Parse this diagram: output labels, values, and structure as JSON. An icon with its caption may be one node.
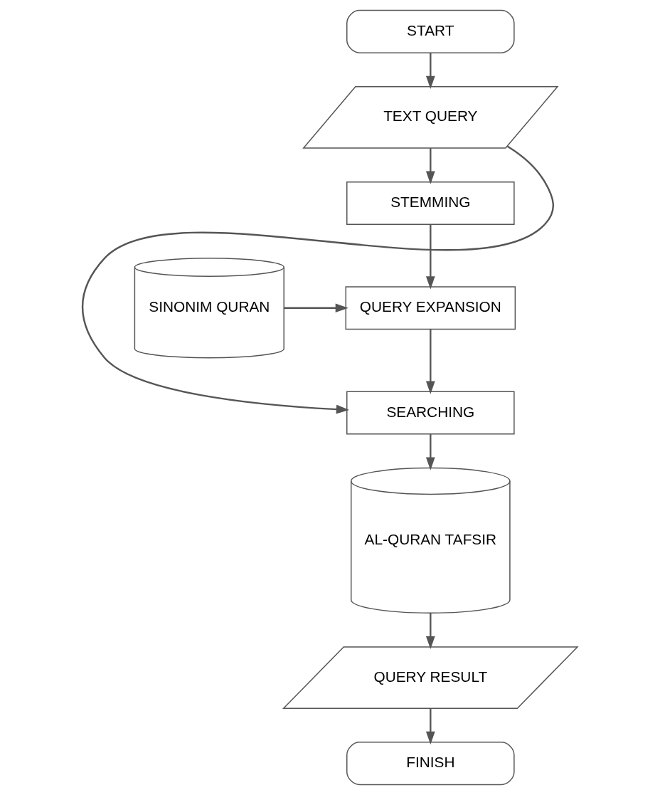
{
  "diagram": {
    "nodes": [
      {
        "text": [
          "START"
        ]
      },
      {
        "text": [
          "TEXT QUERY"
        ]
      },
      {
        "text": [
          "STEMMING"
        ]
      },
      {
        "text": [
          "SINONIM QURAN"
        ]
      },
      {
        "text": [
          "QUERY EXPANSION"
        ]
      },
      {
        "text": [
          "SEARCHING"
        ]
      },
      {
        "text": [
          "AL-QURAN TAFSIR"
        ]
      },
      {
        "text": [
          "QUERY RESULT"
        ]
      },
      {
        "text": [
          "FINISH"
        ]
      }
    ],
    "edges": [
      {
        "from": 0,
        "to": 1,
        "arrow": "to"
      },
      {
        "from": 1,
        "to": 2,
        "arrow": "to"
      },
      {
        "from": 2,
        "to": 4,
        "arrow": "to"
      },
      {
        "from": 3,
        "to": 4,
        "arrow": "to"
      },
      {
        "from": 4,
        "to": 5,
        "arrow": "to"
      },
      {
        "from": 1,
        "to": 5,
        "arrow": "to"
      },
      {
        "from": 5,
        "to": 6,
        "arrow": "to"
      },
      {
        "from": 6,
        "to": 7,
        "arrow": "to"
      },
      {
        "from": 7,
        "to": 8,
        "arrow": "to"
      }
    ]
  }
}
